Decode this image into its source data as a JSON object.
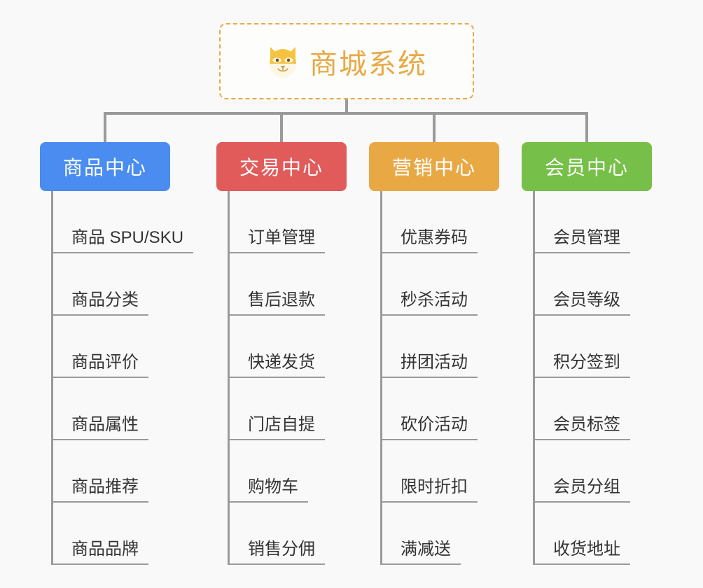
{
  "page": {
    "background_color": "#f9f9f9",
    "line_color": "#9a9a9a",
    "text_color": "#333333"
  },
  "root": {
    "icon": "dog-face-emoji",
    "icon_glyph": "🐶",
    "title": "商城系统",
    "border_color": "#e8a945",
    "text_color": "#e8a945"
  },
  "columns": [
    {
      "id": "product-center",
      "title": "商品中心",
      "color": "#4a8cef",
      "items": [
        {
          "label": "商品 SPU/SKU"
        },
        {
          "label": "商品分类"
        },
        {
          "label": "商品评价"
        },
        {
          "label": "商品属性"
        },
        {
          "label": "商品推荐"
        },
        {
          "label": "商品品牌"
        }
      ]
    },
    {
      "id": "trade-center",
      "title": "交易中心",
      "color": "#e15b5b",
      "items": [
        {
          "label": "订单管理"
        },
        {
          "label": "售后退款"
        },
        {
          "label": "快递发货"
        },
        {
          "label": "门店自提"
        },
        {
          "label": "购物车"
        },
        {
          "label": "销售分佣"
        }
      ]
    },
    {
      "id": "marketing-center",
      "title": "营销中心",
      "color": "#e8a945",
      "items": [
        {
          "label": "优惠券码"
        },
        {
          "label": "秒杀活动"
        },
        {
          "label": "拼团活动"
        },
        {
          "label": "砍价活动"
        },
        {
          "label": "限时折扣"
        },
        {
          "label": "满减送"
        }
      ]
    },
    {
      "id": "member-center",
      "title": "会员中心",
      "color": "#76c04a",
      "items": [
        {
          "label": "会员管理"
        },
        {
          "label": "会员等级"
        },
        {
          "label": "积分签到"
        },
        {
          "label": "会员标签"
        },
        {
          "label": "会员分组"
        },
        {
          "label": "收货地址"
        }
      ]
    }
  ]
}
